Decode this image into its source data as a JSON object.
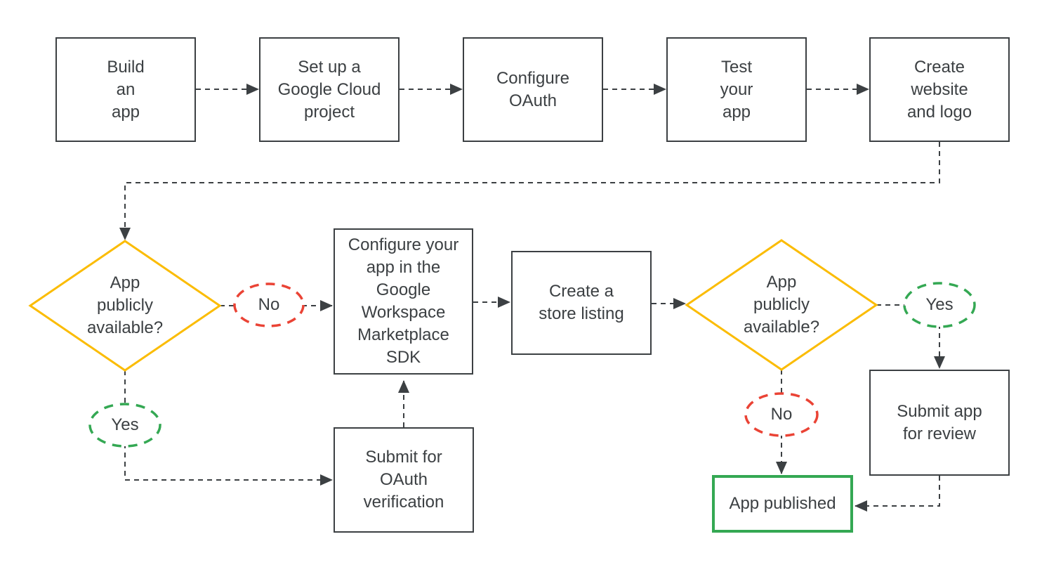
{
  "colors": {
    "outline": "#3c4043",
    "text": "#3c4043",
    "yellow": "#fbbc04",
    "red": "#ea4335",
    "green": "#34a853",
    "background": "#ffffff"
  },
  "nodes": {
    "build_app": {
      "label": "Build\nan\napp"
    },
    "cloud_project": {
      "label": "Set up a\nGoogle Cloud\nproject"
    },
    "configure_oauth": {
      "label": "Configure\nOAuth"
    },
    "test_app": {
      "label": "Test\nyour\napp"
    },
    "website_logo": {
      "label": "Create\nwebsite\nand logo"
    },
    "decision_public_1": {
      "label": "App\npublicly\navailable?"
    },
    "configure_sdk": {
      "label": "Configure your\napp in the\nGoogle\nWorkspace\nMarketplace\nSDK"
    },
    "store_listing": {
      "label": "Create a\nstore listing"
    },
    "submit_oauth": {
      "label": "Submit for\nOAuth\nverification"
    },
    "decision_public_2": {
      "label": "App\npublicly\navailable?"
    },
    "submit_review": {
      "label": "Submit app\nfor review"
    },
    "app_published": {
      "label": "App published"
    }
  },
  "edge_labels": {
    "no_1": "No",
    "yes_1": "Yes",
    "yes_2": "Yes",
    "no_2": "No"
  }
}
